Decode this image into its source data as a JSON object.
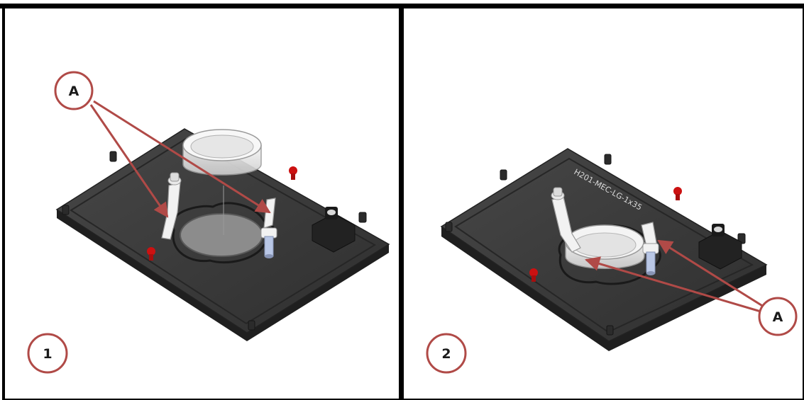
{
  "panels": [
    {
      "step_label": "1",
      "callout_label": "A"
    },
    {
      "step_label": "2",
      "callout_label": "A"
    }
  ],
  "plate_engraving": "H201-MEC-LG-1x35",
  "colors": {
    "frame": "#000000",
    "callout": "#b04a47",
    "plate": "#3a3a3a",
    "plate_rim": "#2a2a2a",
    "pin": "#cc1111",
    "clip": "#f2f2f2",
    "screw": "#b9c7e6"
  }
}
